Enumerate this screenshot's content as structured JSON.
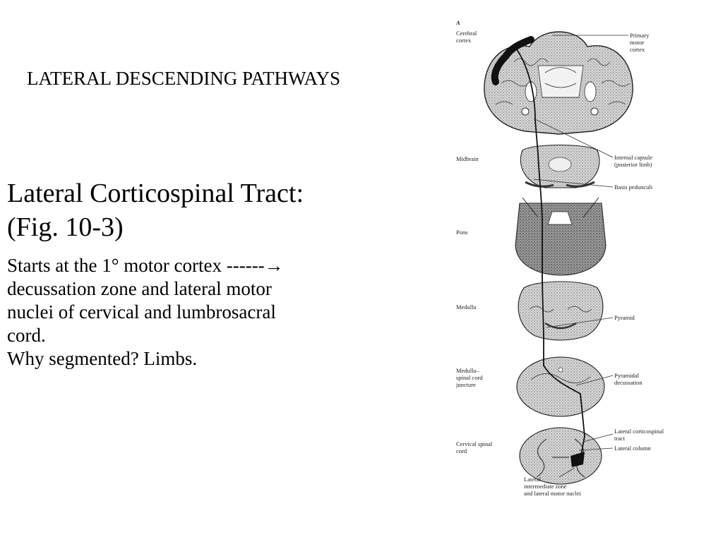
{
  "slide": {
    "heading": "LATERAL DESCENDING PATHWAYS",
    "title_lines": [
      "Lateral Corticospinal Tract:",
      "(Fig. 10-3)"
    ],
    "body_lines": [
      "Starts at the 1°  motor cortex ------→",
      "decussation zone and lateral motor",
      "nuclei of cervical and lumbrosacral",
      "cord.",
      "Why segmented?  Limbs."
    ]
  },
  "figure": {
    "panel_letter": "A",
    "left_labels": {
      "cerebral_cortex": [
        "Cerebral",
        "cortex"
      ],
      "midbrain": [
        "Midbrain"
      ],
      "pons": [
        "Pons"
      ],
      "medulla": [
        "Medulla"
      ],
      "medulla_spinal_juncture": [
        "Medulla–",
        "spinal cord",
        "juncture"
      ],
      "cervical_spinal_cord": [
        "Cervical spinal",
        "cord"
      ]
    },
    "right_labels": {
      "primary_motor_cortex": [
        "Primary",
        "motor",
        "cortex"
      ],
      "internal_capsule": [
        "Internal capsule",
        "(posterior limb)"
      ],
      "basis_pedunculi": [
        "Basis pedunculi"
      ],
      "pyramid": [
        "Pyramid"
      ],
      "pyramidal_decussation": [
        "Pyramidal",
        "decussation"
      ],
      "lateral_corticospinal_tract": [
        "Lateral corticospinal",
        "tract"
      ],
      "lateral_column": [
        "Lateral column"
      ]
    },
    "bottom_labels": {
      "lateral_intermediate_zone": [
        "Lateral",
        "intermediate zone",
        "and lateral motor nuclei"
      ]
    }
  }
}
